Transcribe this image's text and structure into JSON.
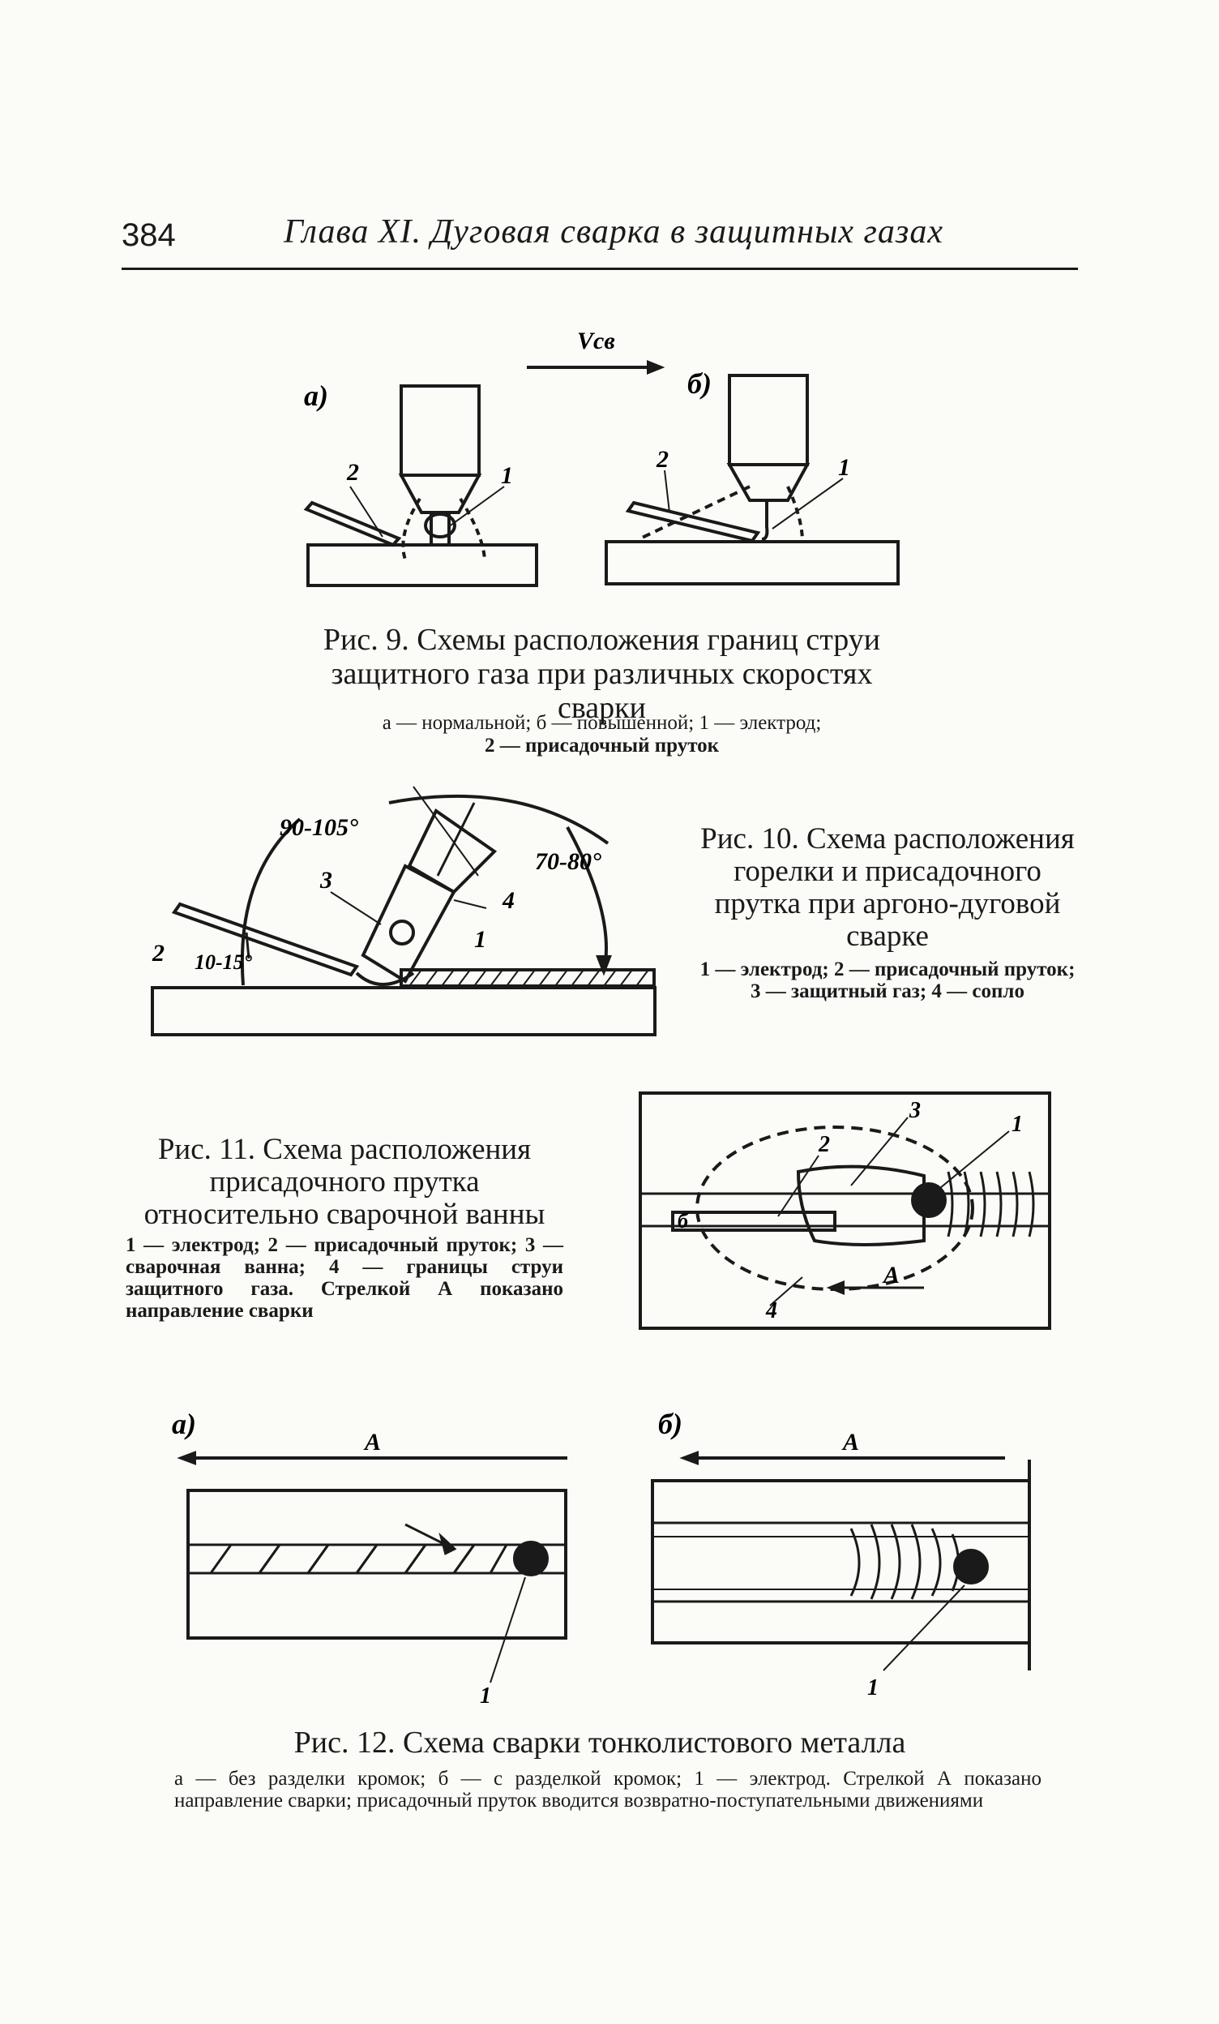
{
  "header": {
    "page_number": "384",
    "chapter_title": "Глава XI. Дуговая сварка в защитных газах"
  },
  "fig9": {
    "speed_symbol": "Vсв",
    "label_a": "а)",
    "label_b": "б)",
    "marker_1": "1",
    "marker_2": "2",
    "title": "Рис. 9. Схемы расположения границ струи защитного газа при различных скоростях сварки",
    "legend_line1": "а — нормальной; б — повышенной; 1 — электрод;",
    "legend_line2": "2 — присадочный пруток"
  },
  "fig10": {
    "angle_top": "90-105°",
    "angle_right": "70-80°",
    "angle_left": "10-15°",
    "marker_1": "1",
    "marker_2": "2",
    "marker_3": "3",
    "marker_4": "4",
    "title": "Рис. 10. Схема расположения горелки и присадочного прутка при аргоно-дуговой сварке",
    "legend": "1 — электрод; 2 — присадочный пруток; 3 — защитный газ; 4 — сопло"
  },
  "fig11": {
    "marker_1": "1",
    "marker_2": "2",
    "marker_3": "3",
    "marker_4": "4",
    "marker_b": "б",
    "arrow_label": "А",
    "title": "Рис. 11. Схема расположения присадочного прутка относительно сварочной ванны",
    "legend": "1 — электрод; 2 — присадочный пруток; 3 — сварочная ванна; 4 — границы струи защитного газа. Стрелкой А показано направление сварки"
  },
  "fig12": {
    "label_a": "а)",
    "label_b": "б)",
    "arrow_label": "А",
    "marker_1": "1",
    "title": "Рис. 12. Схема сварки тонколистового металла",
    "legend": "а — без разделки кромок; б — с разделкой кромок; 1 — электрод. Стрелкой А показано направление сварки; присадочный пруток вводится возвратно-поступательными движениями"
  }
}
